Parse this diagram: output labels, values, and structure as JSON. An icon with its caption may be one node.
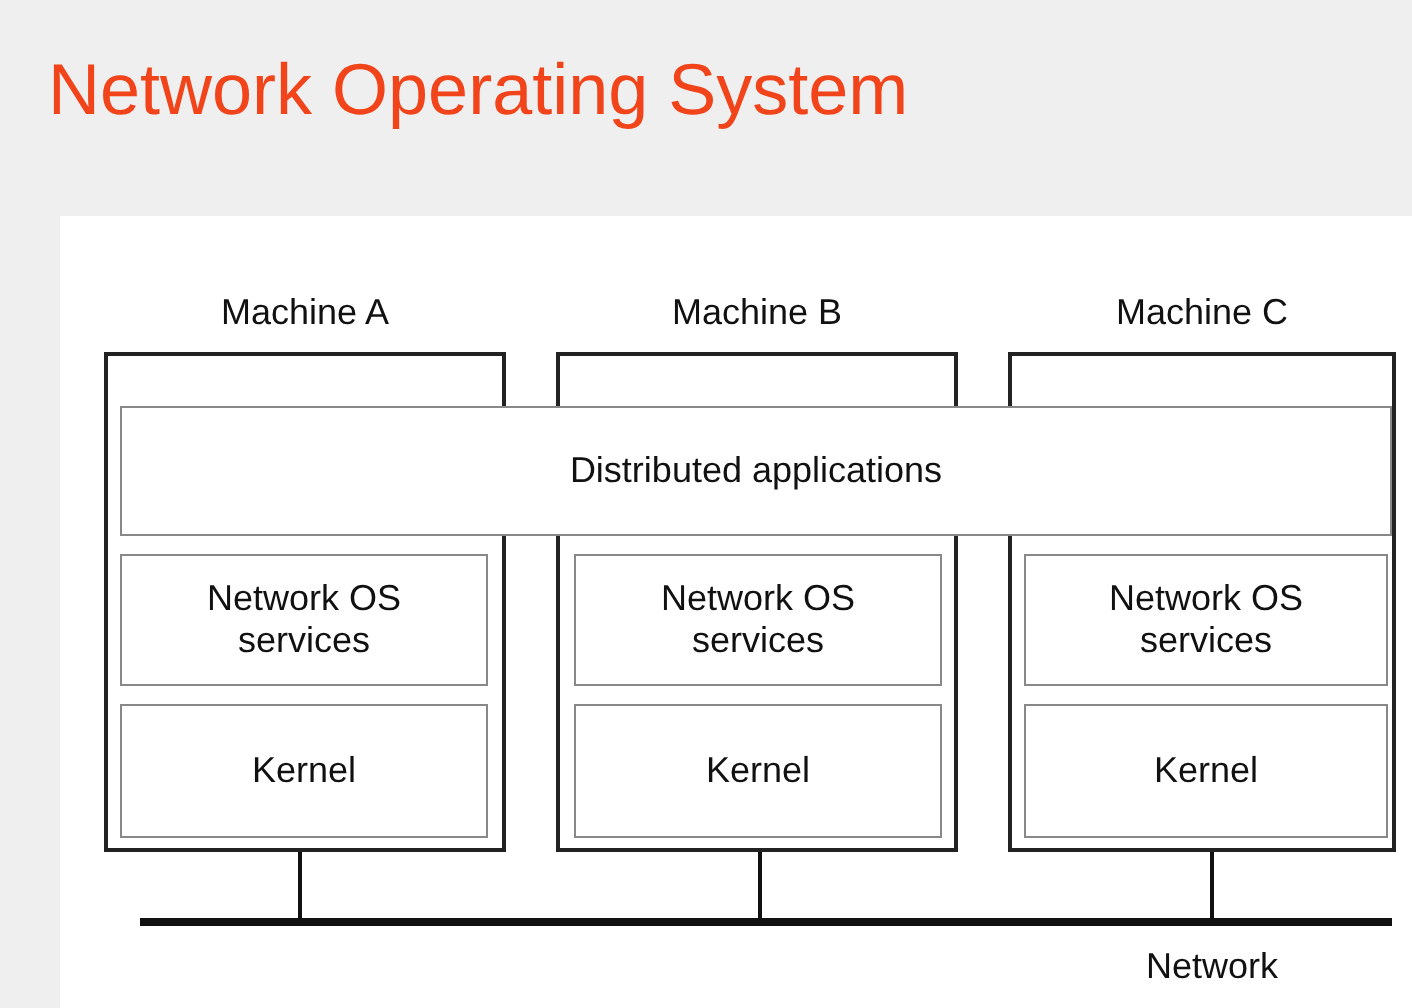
{
  "diagram": {
    "title": "Network Operating System",
    "nodes": [
      {
        "text": [
          "Machine A"
        ]
      },
      {
        "text": [
          "Machine B"
        ]
      },
      {
        "text": [
          "Machine C"
        ]
      },
      {
        "text": [
          "Distributed applications"
        ]
      },
      {
        "text": [
          "Network OS services"
        ],
        "in": 0
      },
      {
        "text": [
          "Kernel"
        ],
        "in": 0
      },
      {
        "text": [
          "Network OS services"
        ],
        "in": 1
      },
      {
        "text": [
          "Kernel"
        ],
        "in": 1
      },
      {
        "text": [
          "Network OS services"
        ],
        "in": 2
      },
      {
        "text": [
          "Kernel"
        ],
        "in": 2
      },
      {
        "text": [
          "Network"
        ]
      }
    ],
    "edges": [
      {
        "from": 0,
        "to": 10,
        "arrow": "none"
      },
      {
        "from": 1,
        "to": 10,
        "arrow": "none"
      },
      {
        "from": 2,
        "to": 10,
        "arrow": "none"
      }
    ]
  }
}
